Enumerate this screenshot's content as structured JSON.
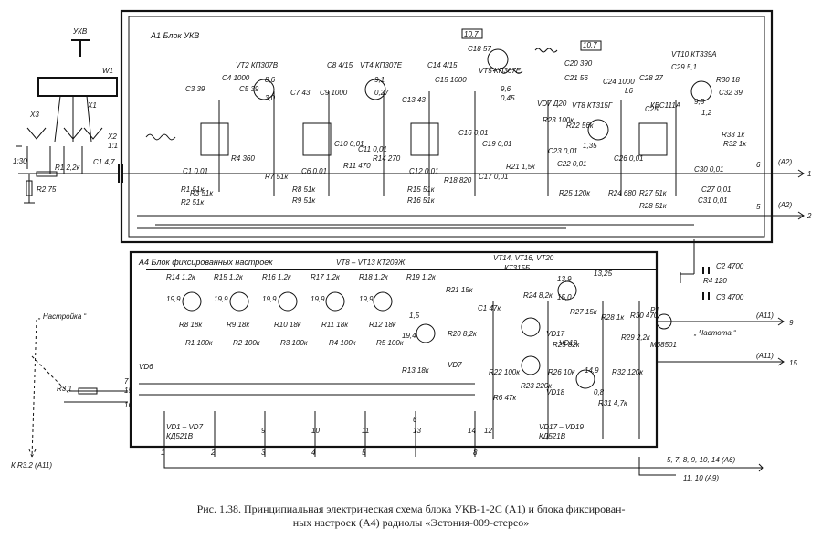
{
  "figure": {
    "caption_line1": "Рис. 1.38. Принципиальная электрическая схема блока УКВ-1-2С (А1) и блока фиксирован-",
    "caption_line2": "ных настроек (А4) радиолы «Эстония-009-стерео»"
  },
  "blocks": {
    "a1_title": "А1  Блок УКВ",
    "a4_title": "А4  Блок  фиксированных  настроек",
    "a4_transistors": "VT8 – VT13  КТ209Ж",
    "a4_transistors2": "VT14, VT16, VT20",
    "a4_transistors3": "КТ315Б",
    "a4_diodes": "VD1 – VD7",
    "a4_diodes_type": "КД521В",
    "a4_diodes2": "VD17 – VD19",
    "a4_diodes2_type": "КД521В"
  },
  "antenna": {
    "label": "УКВ",
    "w1": "W1",
    "x1": "X1",
    "x2": "X2",
    "x2_ratio": "1:1",
    "x3": "X3",
    "ratio": "1:30",
    "r1": "R1  2,2к",
    "r2": "R2  75",
    "c1": "C1  4,7"
  },
  "a1_components": [
    {
      "text": "VT2  КП307В"
    },
    {
      "text": "VT4  КП307Е"
    },
    {
      "text": "VT10  КТ339А"
    },
    {
      "text": "VT5  КП307Е"
    },
    {
      "text": "VT8  КТ315Г"
    },
    {
      "text": "C3  39"
    },
    {
      "text": "C4  1000"
    },
    {
      "text": "C5  39"
    },
    {
      "text": "C7  43"
    },
    {
      "text": "C8  4/15"
    },
    {
      "text": "C9  1000"
    },
    {
      "text": "C13  43"
    },
    {
      "text": "C14  4/15"
    },
    {
      "text": "C15  1000"
    },
    {
      "text": "C18  57"
    },
    {
      "text": "C20  390"
    },
    {
      "text": "C21  56"
    },
    {
      "text": "C24  1000"
    },
    {
      "text": "C28  27"
    },
    {
      "text": "C29  5,1"
    },
    {
      "text": "C32  39"
    },
    {
      "text": "R30  18"
    },
    {
      "text": "R33  1к"
    },
    {
      "text": "R32  1к"
    },
    {
      "text": "C30  0,01"
    },
    {
      "text": "C27  0,01"
    },
    {
      "text": "C31  0,01"
    },
    {
      "text": "R27  51к"
    },
    {
      "text": "R28  51к"
    },
    {
      "text": "R24  680"
    },
    {
      "text": "R25  120к"
    },
    {
      "text": "R22  56к"
    },
    {
      "text": "R23  100к"
    },
    {
      "text": "R21  1,5к"
    },
    {
      "text": "C17  0,01"
    },
    {
      "text": "C19  0,01"
    },
    {
      "text": "R15  51к"
    },
    {
      "text": "R16  51к"
    },
    {
      "text": "R18  820"
    },
    {
      "text": "C12  0,01"
    },
    {
      "text": "R14  270"
    },
    {
      "text": "R11  470"
    },
    {
      "text": "R8  51к"
    },
    {
      "text": "R9  51к"
    },
    {
      "text": "R7  51к"
    },
    {
      "text": "R3  51к"
    },
    {
      "text": "C1  0,01"
    },
    {
      "text": "R1  51к"
    },
    {
      "text": "R2  51к"
    },
    {
      "text": "R4  360"
    },
    {
      "text": "C10  0,01"
    },
    {
      "text": "C11  0,01"
    },
    {
      "text": "C6  0,01"
    },
    {
      "text": "C16  0,01"
    },
    {
      "text": "VD7  Д20"
    },
    {
      "text": "КВС111А"
    },
    {
      "text": "C23  0,01"
    },
    {
      "text": "C22  0,01"
    },
    {
      "text": "C26  0,01"
    },
    {
      "text": "C25"
    },
    {
      "text": "L6"
    },
    {
      "text": "10,7"
    },
    {
      "text": "10,7"
    }
  ],
  "a1_voltages": [
    "8,6",
    "3,0",
    "9,1",
    "0,27",
    "9,6",
    "0,45",
    "1,35",
    "9,5",
    "1,2"
  ],
  "a1_outputs": [
    {
      "pin": "6",
      "dest": "(A2)",
      "n": "1"
    },
    {
      "pin": "5",
      "dest": "(A2)",
      "n": "2"
    }
  ],
  "a4_components": [
    {
      "text": "R14  1,2к"
    },
    {
      "text": "R15  1,2к"
    },
    {
      "text": "R16  1,2к"
    },
    {
      "text": "R17  1,2к"
    },
    {
      "text": "R18  1,2к"
    },
    {
      "text": "R19  1,2к"
    },
    {
      "text": "R8  18к"
    },
    {
      "text": "R9  18к"
    },
    {
      "text": "R10  18к"
    },
    {
      "text": "R11  18к"
    },
    {
      "text": "R12  18к"
    },
    {
      "text": "R13  18к"
    },
    {
      "text": "R1  100к"
    },
    {
      "text": "R2  100к"
    },
    {
      "text": "R3  100к"
    },
    {
      "text": "R4  100к"
    },
    {
      "text": "R5  100к"
    },
    {
      "text": "R21  15к"
    },
    {
      "text": "R20  8,2к"
    },
    {
      "text": "VD7"
    },
    {
      "text": "C1  47к"
    },
    {
      "text": "R24  8,2к"
    },
    {
      "text": "R22  100к"
    },
    {
      "text": "R6  47к"
    },
    {
      "text": "R23  220к"
    },
    {
      "text": "R26  10к"
    },
    {
      "text": "R27  15к"
    },
    {
      "text": "R25  82к"
    },
    {
      "text": "R28  1к"
    },
    {
      "text": "R29  2,2к"
    },
    {
      "text": "R30  470"
    },
    {
      "text": "R32  120к"
    },
    {
      "text": "R31  4,7к"
    },
    {
      "text": "VD17"
    },
    {
      "text": "VD18"
    },
    {
      "text": "VD19"
    },
    {
      "text": "R4  120"
    },
    {
      "text": "C2  4700"
    },
    {
      "text": "C3  4700"
    },
    {
      "text": "P1"
    },
    {
      "text": "М68501"
    },
    {
      "text": "R3.1"
    },
    {
      "text": "VD6"
    }
  ],
  "a4_voltages": [
    "19,9",
    "19,9",
    "19,9",
    "19,9",
    "19,9",
    "1,5",
    "19,4",
    "13,9",
    "15,0",
    "13,25",
    "14,9",
    "0,8"
  ],
  "a4_pins": [
    "1",
    "2",
    "3",
    "4",
    "5",
    "6",
    "7",
    "8",
    "9",
    "10",
    "11",
    "12",
    "13",
    "14",
    "15",
    "16"
  ],
  "signals": {
    "tuning": "„ Настройка “",
    "freq": "„ Частота “",
    "to_r32": "К R3.2 (A11)",
    "out_a11_9": "(A11)",
    "out_a11_15": "(A11)",
    "pin9": "9",
    "pin15": "15",
    "bus_a6": "5, 7, 8, 9, 10, 14  (A6)",
    "bus_a9": "11, 10  (A9)"
  }
}
